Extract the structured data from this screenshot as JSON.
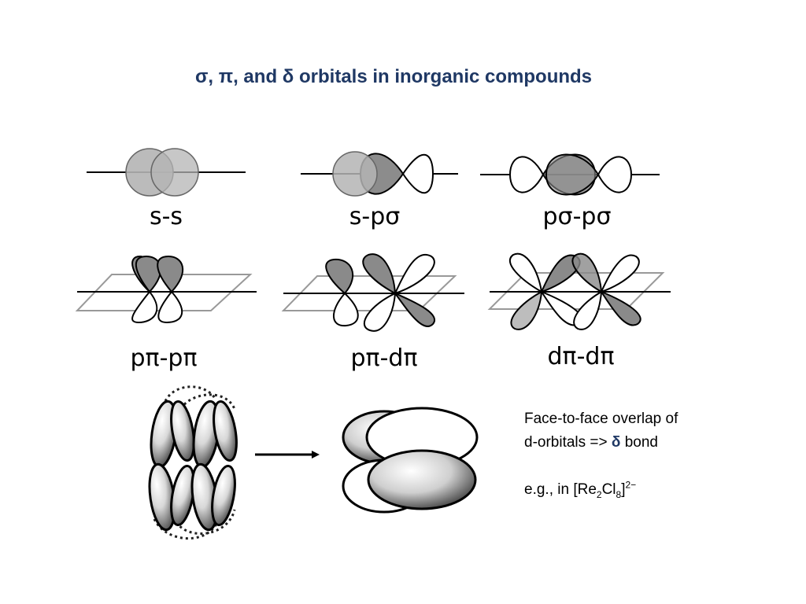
{
  "title": "σ, π, and δ orbitals in inorganic compounds",
  "labels": {
    "ss": "s-s",
    "sp_sigma": "s-pσ",
    "p_sigma_p_sigma": "pσ-pσ",
    "p_pi_p_pi": "pπ-pπ",
    "p_pi_d_pi": "pπ-dπ",
    "d_pi_d_pi": "dπ-dπ"
  },
  "note": {
    "line1": "Face-to-face overlap of",
    "line2_prefix": "d-orbitals => ",
    "line2_symbol": "δ",
    "line2_suffix": " bond",
    "example_prefix": "e.g., in [Re",
    "example_sub1": "2",
    "example_mid": "Cl",
    "example_sub2": "8",
    "example_close": "]",
    "example_sup": "2−"
  }
}
